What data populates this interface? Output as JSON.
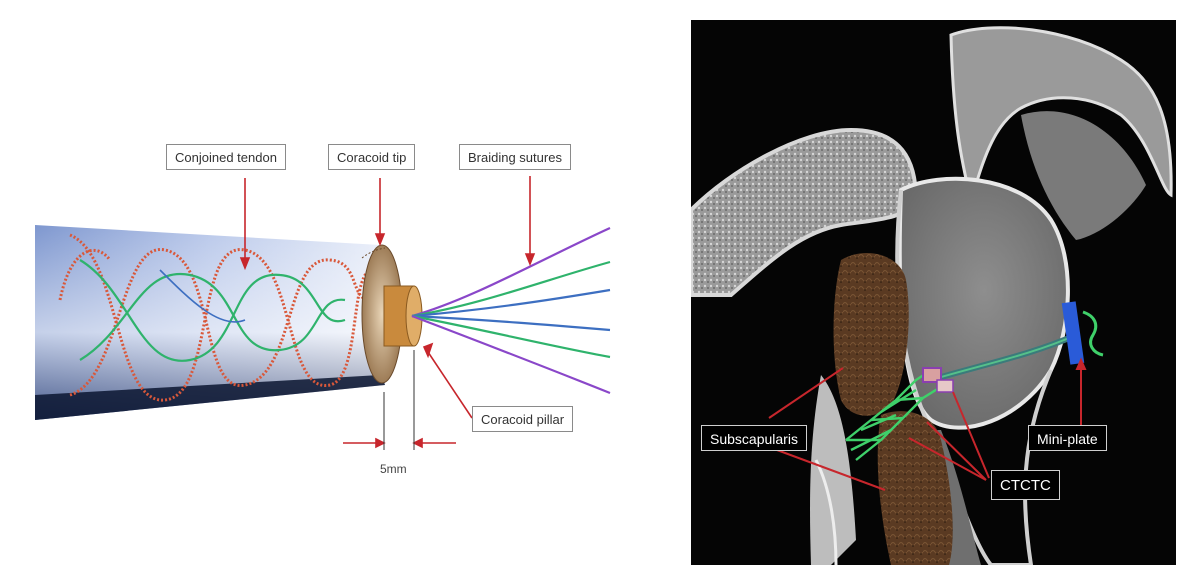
{
  "left_diagram": {
    "labels": {
      "conjoined_tendon": "Conjoined tendon",
      "coracoid_tip": "Coracoid tip",
      "braiding_sutures": "Braiding sutures",
      "coracoid_pillar": "Coracoid pillar",
      "dimension": "5mm"
    },
    "colors": {
      "tendon_blue": "#9fb4de",
      "suture_red": "#d9583a",
      "suture_green": "#2fb36c",
      "suture_purple": "#8a47c9",
      "suture_blue": "#3d6fc1",
      "leader_red": "#c7262c",
      "pillar": "#c98a3d"
    }
  },
  "right_image": {
    "labels": {
      "subscapularis": "Subscapularis",
      "mini_plate": "Mini-plate",
      "ctctc": "CTCTC"
    },
    "colors": {
      "background": "#050505",
      "bone": "#8c8c8c",
      "muscle": "#5a3a22",
      "graft_green": "#3fd06a",
      "plate_blue": "#2a5bd8",
      "leader_red": "#c7262c"
    }
  }
}
